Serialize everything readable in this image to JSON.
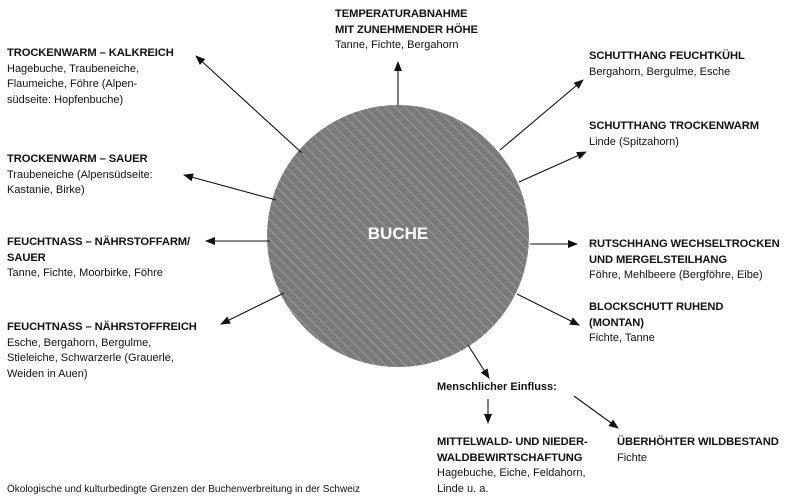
{
  "center_label": "BUCHE",
  "caption": "Ökologische und kulturbedingte Grenzen der Buchenverbreitung in der Schweiz",
  "nodes": {
    "temperatur": {
      "title1": "TEMPERATURABNAHME",
      "title2": "MIT ZUNEHMENDER HÖHE",
      "species": [
        "Tanne, Fichte, Bergahorn"
      ]
    },
    "kalkreich": {
      "title1": "TROCKENWARM – KALKREICH",
      "species": [
        "Hagebuche, Traubeneiche,",
        "Flaumeiche, Föhre (Alpen-",
        "südseite: Hopfenbuche)"
      ]
    },
    "sauer": {
      "title1": "TROCKENWARM – SAUER",
      "species": [
        "Traubeneiche (Alpensüdseite:",
        "Kastanie, Birke)"
      ]
    },
    "naehrstoffarm": {
      "title1": "FEUCHTNASS – NÄHRSTOFFARM/",
      "title2": "SAUER",
      "species": [
        "Tanne, Fichte, Moorbirke, Föhre"
      ]
    },
    "naehrstoffreich": {
      "title1": "FEUCHTNASS – NÄHRSTOFFREICH",
      "species": [
        "Esche, Bergahorn, Bergulme,",
        "Stieleiche, Schwarzerle (Grauerle,",
        "Weiden in Auen)"
      ]
    },
    "feuchtkuehl": {
      "title1": "SCHUTTHANG FEUCHTKÜHL",
      "species": [
        "Bergahorn, Bergulme, Esche"
      ]
    },
    "trockenwarm": {
      "title1": "SCHUTTHANG TROCKENWARM",
      "species": [
        "Linde (Spitzahorn)"
      ]
    },
    "rutschhang": {
      "title1": "RUTSCHHANG WECHSELTROCKEN",
      "title2": "UND MERGELSTEILHANG",
      "species": [
        "Föhre, Mehlbeere (Bergföhre, Eibe)"
      ]
    },
    "blockschutt": {
      "title1": "BLOCKSCHUTT RUHEND",
      "title2": "(MONTAN)",
      "species": [
        "Fichte, Tanne"
      ]
    },
    "mittelwald": {
      "title1": "MITTELWALD- UND NIEDER-",
      "title2": "WALDBEWIRTSCHAFTUNG",
      "species": [
        "Hagebuche, Eiche, Feldahorn,",
        "Linde u. a."
      ]
    },
    "wildbestand": {
      "title1": "ÜBERHÖHTER WILDBESTAND",
      "species": [
        "Fichte"
      ]
    }
  },
  "human_influence": "Menschlicher Einfluss:",
  "colors": {
    "circle": "#7a7a7a",
    "stripe": "#a8a8a8",
    "arrow": "#111111"
  }
}
